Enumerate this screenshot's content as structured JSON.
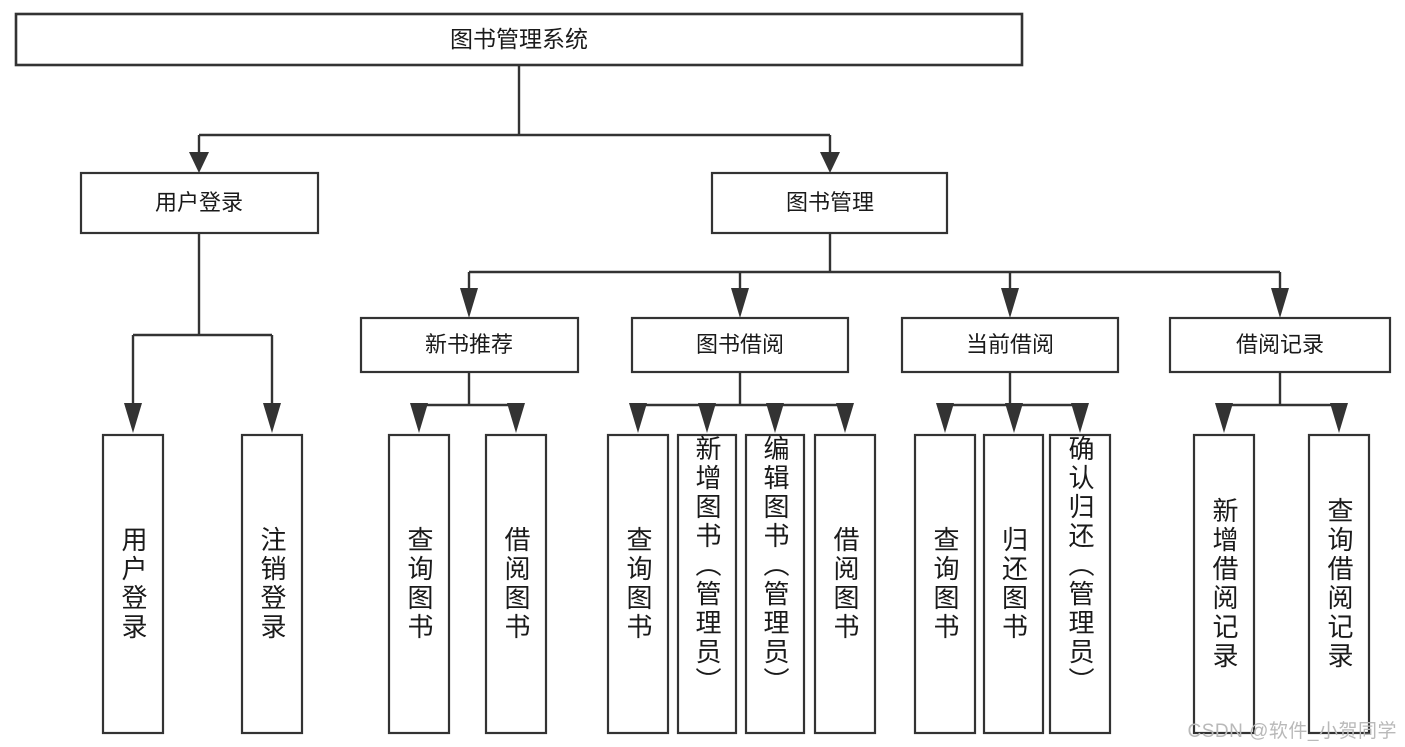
{
  "diagram": {
    "title": "图书管理系统",
    "type": "tree-hierarchy-diagram",
    "watermark": "CSDN @软件_小贺同学",
    "colors": {
      "box_stroke": "#333333",
      "box_fill": "#ffffff",
      "text": "#1a1a1a",
      "connector": "#333333",
      "background": "#ffffff",
      "watermark": "#b9b9b9"
    },
    "root": {
      "label": "图书管理系统"
    },
    "level1": [
      {
        "label": "用户登录"
      },
      {
        "label": "图书管理"
      }
    ],
    "level2": [
      {
        "label": "新书推荐"
      },
      {
        "label": "图书借阅"
      },
      {
        "label": "当前借阅"
      },
      {
        "label": "借阅记录"
      }
    ],
    "leaves": {
      "user_login": [
        {
          "label": "用户登录"
        },
        {
          "label": "注销登录"
        }
      ],
      "new_book_recommend": [
        {
          "label": "查询图书"
        },
        {
          "label": "借阅图书"
        }
      ],
      "book_borrow": [
        {
          "label": "查询图书"
        },
        {
          "label": "新增图书（管理员）"
        },
        {
          "label": "编辑图书（管理员）"
        },
        {
          "label": "借阅图书"
        }
      ],
      "current_borrow": [
        {
          "label": "查询图书"
        },
        {
          "label": "归还图书"
        },
        {
          "label": "确认归还（管理员）"
        }
      ],
      "borrow_record": [
        {
          "label": "新增借阅记录"
        },
        {
          "label": "查询借阅记录"
        }
      ]
    }
  }
}
